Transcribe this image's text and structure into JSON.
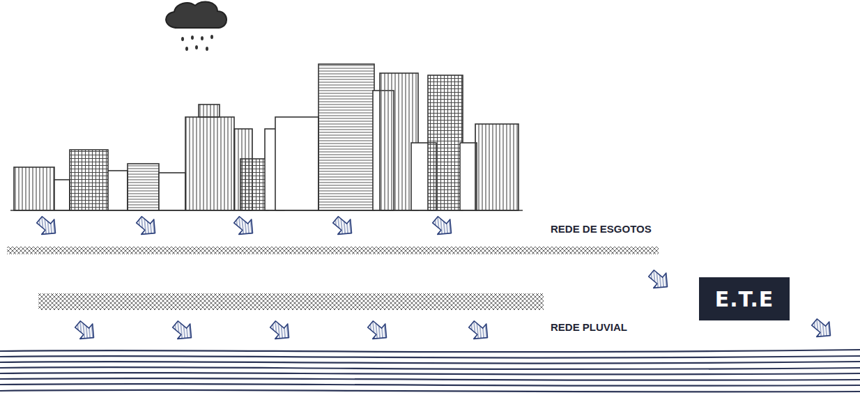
{
  "diagram": {
    "nodes": [
      {
        "text": [
          "E.T.E"
        ]
      }
    ],
    "labels": [
      "REDE DE ESGOTOS",
      "REDE PLUVIAL"
    ]
  }
}
